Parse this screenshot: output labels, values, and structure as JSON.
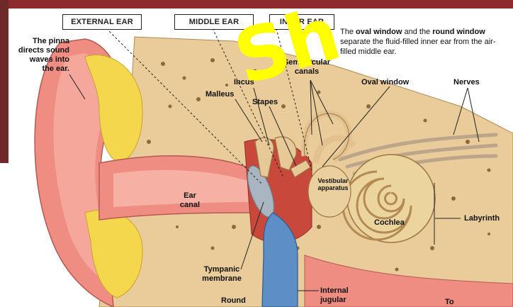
{
  "colors": {
    "photo_edge": "#8c2a2c",
    "bone": "#e9cc99",
    "skin": "#ef8d82",
    "cartilage": "#f4d74d",
    "nerve": "#bca58a",
    "vein": "#5d8fc6",
    "watermark": "#ffff00"
  },
  "headers": {
    "external": "EXTERNAL EAR",
    "middle": "MIDDLE EAR",
    "inner": "INNER EAR"
  },
  "note": {
    "prefix": "The ",
    "term1": "oval window",
    "mid": " and the ",
    "term2": "round window",
    "suffix": " separate the fluid-filled inner ear from the air-filled middle ear."
  },
  "labels": {
    "pinna": "The pinna\ndirects sound\nwaves into\nthe ear.",
    "semicircular": "Semicircular\ncanals",
    "incus": "Incus",
    "malleus": "Malleus",
    "stapes": "Stapes",
    "oval_window": "Oval window",
    "nerves": "Nerves",
    "vestibular": "Vestibular\napparatus",
    "ear_canal": "Ear\ncanal",
    "cochlea": "Cochlea",
    "labyrinth": "Labyrinth",
    "tympanic": "Tympanic\nmembrane",
    "round": "Round",
    "internal_jugular": "Internal\njugular",
    "to": "To"
  },
  "watermark": "Sh"
}
